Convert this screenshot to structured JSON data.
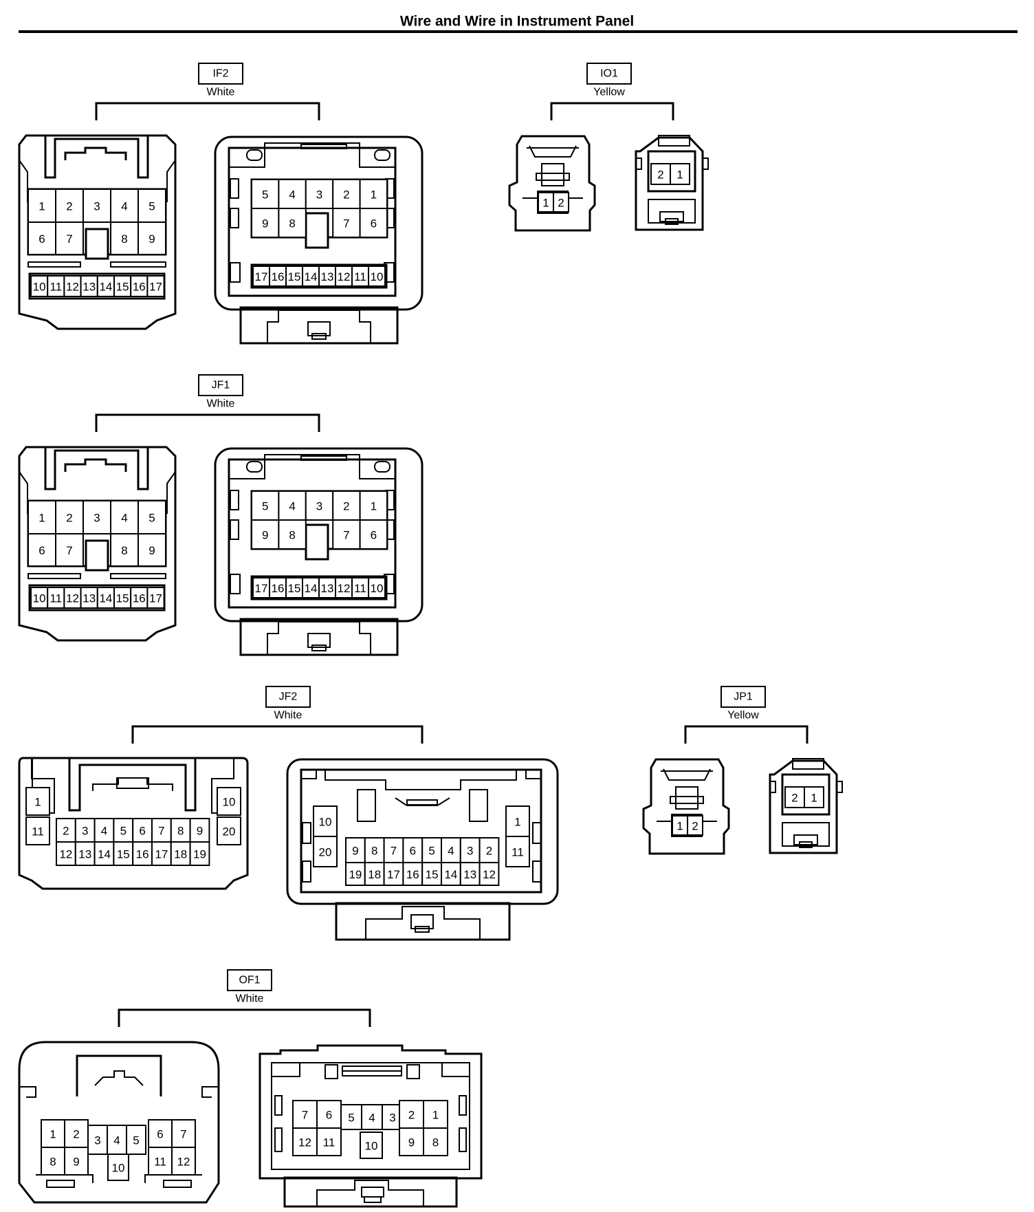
{
  "page": {
    "title": "Wire and Wire in Instrument Panel"
  },
  "connectors": {
    "IF2": {
      "code": "IF2",
      "color": "White",
      "left": {
        "row1": [
          "1",
          "2",
          "3",
          "4",
          "5"
        ],
        "row2": [
          "6",
          "7",
          "8",
          "9"
        ],
        "row3": [
          "10",
          "11",
          "12",
          "13",
          "14",
          "15",
          "16",
          "17"
        ]
      },
      "right": {
        "row1": [
          "5",
          "4",
          "3",
          "2",
          "1"
        ],
        "row2": [
          "9",
          "8",
          "7",
          "6"
        ],
        "row3": [
          "17",
          "16",
          "15",
          "14",
          "13",
          "12",
          "11",
          "10"
        ]
      }
    },
    "IO1": {
      "code": "IO1",
      "color": "Yellow",
      "left": [
        "1",
        "2"
      ],
      "right": [
        "2",
        "1"
      ]
    },
    "JF1": {
      "code": "JF1",
      "color": "White",
      "left": {
        "row1": [
          "1",
          "2",
          "3",
          "4",
          "5"
        ],
        "row2": [
          "6",
          "7",
          "8",
          "9"
        ],
        "row3": [
          "10",
          "11",
          "12",
          "13",
          "14",
          "15",
          "16",
          "17"
        ]
      },
      "right": {
        "row1": [
          "5",
          "4",
          "3",
          "2",
          "1"
        ],
        "row2": [
          "9",
          "8",
          "7",
          "6"
        ],
        "row3": [
          "17",
          "16",
          "15",
          "14",
          "13",
          "12",
          "11",
          "10"
        ]
      }
    },
    "JF2": {
      "code": "JF2",
      "color": "White",
      "left": {
        "side_left": [
          "1",
          "11"
        ],
        "side_right": [
          "10",
          "20"
        ],
        "row1": [
          "2",
          "3",
          "4",
          "5",
          "6",
          "7",
          "8",
          "9"
        ],
        "row2": [
          "12",
          "13",
          "14",
          "15",
          "16",
          "17",
          "18",
          "19"
        ]
      },
      "right": {
        "side_left": [
          "10",
          "20"
        ],
        "side_right": [
          "1",
          "11"
        ],
        "row1": [
          "9",
          "8",
          "7",
          "6",
          "5",
          "4",
          "3",
          "2"
        ],
        "row2": [
          "19",
          "18",
          "17",
          "16",
          "15",
          "14",
          "13",
          "12"
        ]
      }
    },
    "JP1": {
      "code": "JP1",
      "color": "Yellow",
      "left": [
        "1",
        "2"
      ],
      "right": [
        "2",
        "1"
      ]
    },
    "OF1": {
      "code": "OF1",
      "color": "White",
      "left": {
        "top": [
          "1",
          "2",
          "3",
          "4",
          "5",
          "6",
          "7"
        ],
        "bottom": [
          "8",
          "9",
          "10",
          "11",
          "12"
        ]
      },
      "right": {
        "top": [
          "7",
          "6",
          "5",
          "4",
          "3",
          "2",
          "1"
        ],
        "bottom": [
          "12",
          "11",
          "10",
          "9",
          "8"
        ]
      }
    }
  }
}
